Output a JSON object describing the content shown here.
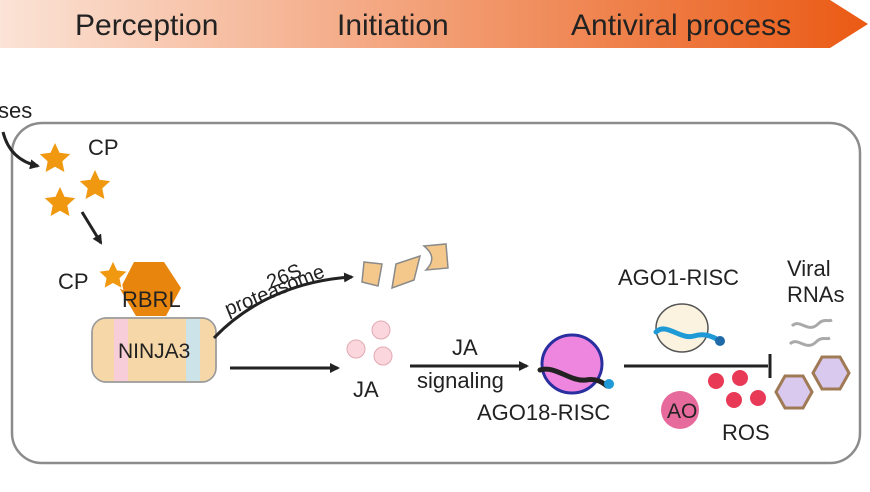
{
  "header": {
    "stages": [
      "Perception",
      "Initiation",
      "Antiviral process"
    ],
    "colors": {
      "start": "#fbe3d6",
      "end": "#ea5a14",
      "text": "#2a2a2a"
    }
  },
  "labels": {
    "viruses_partial": "ses",
    "cp_top": "CP",
    "cp_bound": "CP",
    "rbrl": "RBRL",
    "ninja3": "NINJA3",
    "proteasome_line1": "26S",
    "proteasome_line2": "proteasome",
    "ja": "JA",
    "ja_signaling_line1": "JA",
    "ja_signaling_line2": "signaling",
    "ago18": "AGO18-RISC",
    "ago1": "AGO1-RISC",
    "ao": "AO",
    "ros": "ROS",
    "viral_line1": "Viral",
    "viral_line2": "RNAs"
  },
  "colors": {
    "star": "#f0980f",
    "rbrl": "#e8850c",
    "ninja3_body": "#f6d7a7",
    "ninja3_stripe_pink": "#f6cdd8",
    "ninja3_stripe_blue": "#cde3ea",
    "fragment": "#f4c88a",
    "ja_ball": "#fbd6dc",
    "ago18": "#ee86e0",
    "ago1": "#fbf2df",
    "rna_blue": "#1f9ad6",
    "ao": "#e66a9c",
    "ros": "#e83a57",
    "virus": "#d9c9ef",
    "virus_outline": "#a07a55"
  },
  "icons": [
    "star-icon",
    "hexagon-icon",
    "capsule-icon",
    "proteasome-fragment-icon",
    "ja-molecule-icon",
    "risc-complex-icon",
    "virus-particle-icon"
  ]
}
